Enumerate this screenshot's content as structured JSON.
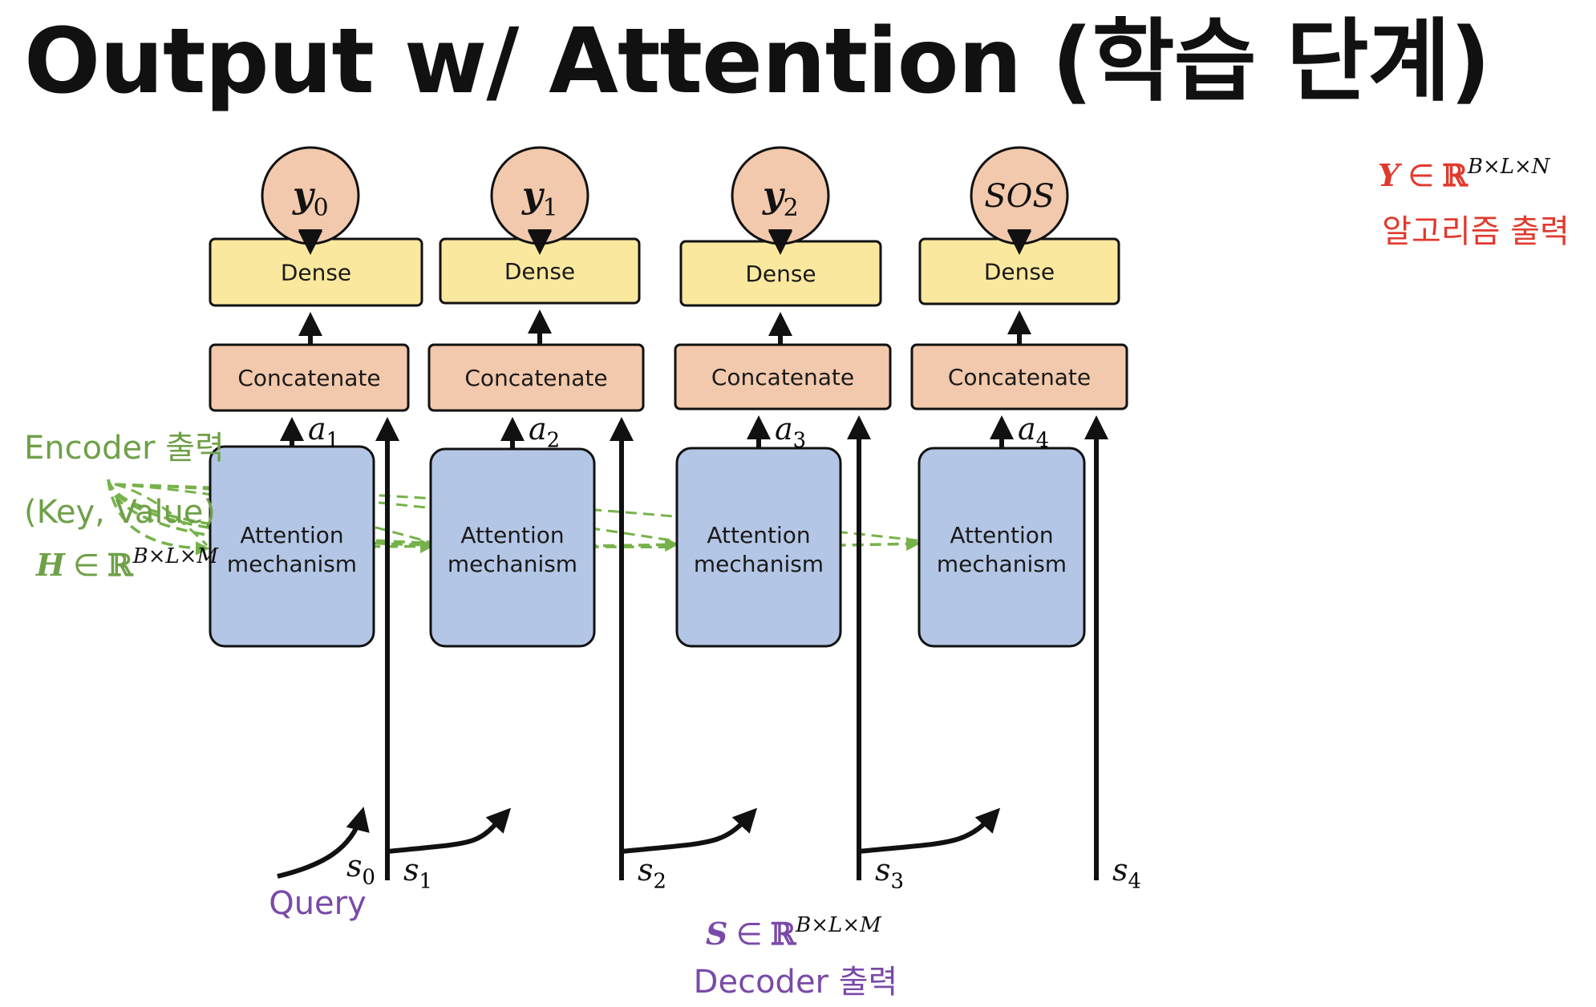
{
  "title": "Output w/ Attention (학습 단계)",
  "columns": [
    {
      "output_base": "y",
      "output_sub": "0",
      "output_bold": true,
      "dense": "Dense",
      "concat": "Concatenate",
      "attn_line1": "Attention",
      "attn_line2": "mechanism",
      "a_base": "a",
      "a_sub": "1",
      "s_base": "s",
      "s_sub": "1"
    },
    {
      "output_base": "y",
      "output_sub": "1",
      "output_bold": true,
      "dense": "Dense",
      "concat": "Concatenate",
      "attn_line1": "Attention",
      "attn_line2": "mechanism",
      "a_base": "a",
      "a_sub": "2",
      "s_base": "s",
      "s_sub": "2"
    },
    {
      "output_base": "y",
      "output_sub": "2",
      "output_bold": true,
      "dense": "Dense",
      "concat": "Concatenate",
      "attn_line1": "Attention",
      "attn_line2": "mechanism",
      "a_base": "a",
      "a_sub": "3",
      "s_base": "s",
      "s_sub": "3"
    },
    {
      "output_base": "SOS",
      "output_sub": "",
      "output_bold": false,
      "dense": "Dense",
      "concat": "Concatenate",
      "attn_line1": "Attention",
      "attn_line2": "mechanism",
      "a_base": "a",
      "a_sub": "4",
      "s_base": "s",
      "s_sub": "4"
    }
  ],
  "s0": {
    "base": "s",
    "sub": "0"
  },
  "query_label": "Query",
  "encoder": {
    "line1": "Encoder 출력",
    "line2": "(Key, Value)",
    "sym": "H",
    "in": "∈",
    "set": "ℝ",
    "sup": "B×L×M"
  },
  "decoder": {
    "sym": "S",
    "in": "∈",
    "set": "ℝ",
    "sup": "B×L×M",
    "line2": "Decoder 출력"
  },
  "output_annot": {
    "sym": "Y",
    "in": "∈",
    "set": "ℝ",
    "sup": "B×L×N",
    "line2": "알고리즘 출력"
  },
  "colors": {
    "circle": "#f2c9ac",
    "dense": "#fae89e",
    "concat": "#f2c9ac",
    "attention": "#b4c6e5",
    "encoder": "#6fa048",
    "decoder": "#7a4aa8",
    "output": "#e03a2e",
    "dashed": "#76b24a"
  }
}
